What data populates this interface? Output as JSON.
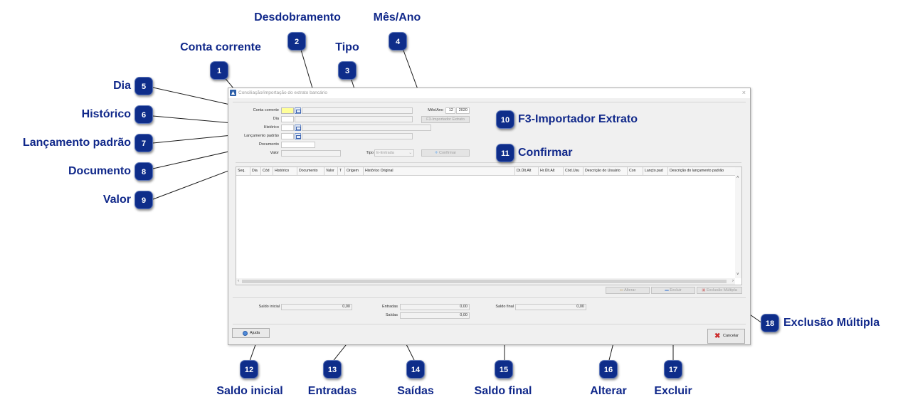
{
  "dialog": {
    "title": "Conciliação/importação do extrato bancário",
    "close_glyph": "×",
    "fields": {
      "conta_corrente": {
        "label": "Conta corrente",
        "value": ""
      },
      "dia": {
        "label": "Dia",
        "value": ""
      },
      "historico": {
        "label": "Histórico",
        "value": ""
      },
      "lancamento_padrao": {
        "label": "Lançamento padrão",
        "value": ""
      },
      "documento": {
        "label": "Documento",
        "value": ""
      },
      "valor": {
        "label": "Valor",
        "value": ""
      },
      "tipo": {
        "label": "Tipo",
        "value": "E-Entrada"
      },
      "mes_ano": {
        "label": "Mês/Ano",
        "month": "12",
        "year": "2020"
      }
    },
    "buttons": {
      "importador": "F3-Importador Extrato",
      "confirmar": "Confirmar",
      "alterar": "Alterar",
      "excluir": "Excluir",
      "exclusao_multipla": "Exclusão Múltipla",
      "ajuda": "Ajuda",
      "cancelar": "Cancelar"
    },
    "grid_columns": [
      "Seq.",
      "Dia",
      "Cód",
      "Histórico",
      "Documento",
      "Valor",
      "T",
      "Origem",
      "Histórico Original",
      "Dt.Últ.Alt",
      "Hr.Últ.Alt",
      "Cód.Usu",
      "Descrição do Usuário",
      "Con",
      "Lançto.pad",
      "Descrição do lançamento padrão"
    ],
    "totals": {
      "saldo_inicial": {
        "label": "Saldo inicial",
        "value": "0,00"
      },
      "entradas": {
        "label": "Entradas",
        "value": "0,00"
      },
      "saidas": {
        "label": "Saídas",
        "value": "0,00"
      },
      "saldo_final": {
        "label": "Saldo final",
        "value": "0,00"
      }
    }
  },
  "callouts": [
    {
      "num": "1",
      "label": "Conta corrente"
    },
    {
      "num": "2",
      "label": "Desdobramento"
    },
    {
      "num": "3",
      "label": "Tipo"
    },
    {
      "num": "4",
      "label": "Mês/Ano"
    },
    {
      "num": "5",
      "label": "Dia"
    },
    {
      "num": "6",
      "label": "Histórico"
    },
    {
      "num": "7",
      "label": "Lançamento padrão"
    },
    {
      "num": "8",
      "label": "Documento"
    },
    {
      "num": "9",
      "label": "Valor"
    },
    {
      "num": "10",
      "label": "F3-Importador Extrato"
    },
    {
      "num": "11",
      "label": "Confirmar"
    },
    {
      "num": "12",
      "label": "Saldo inicial"
    },
    {
      "num": "13",
      "label": "Entradas"
    },
    {
      "num": "14",
      "label": "Saídas"
    },
    {
      "num": "15",
      "label": "Saldo final"
    },
    {
      "num": "16",
      "label": "Alterar"
    },
    {
      "num": "17",
      "label": "Excluir"
    },
    {
      "num": "18",
      "label": "Exclusão Múltipla"
    }
  ],
  "colors": {
    "callout": "#0e2d8a",
    "callout_text": "#10288a",
    "field_highlight": "#ffff99"
  }
}
